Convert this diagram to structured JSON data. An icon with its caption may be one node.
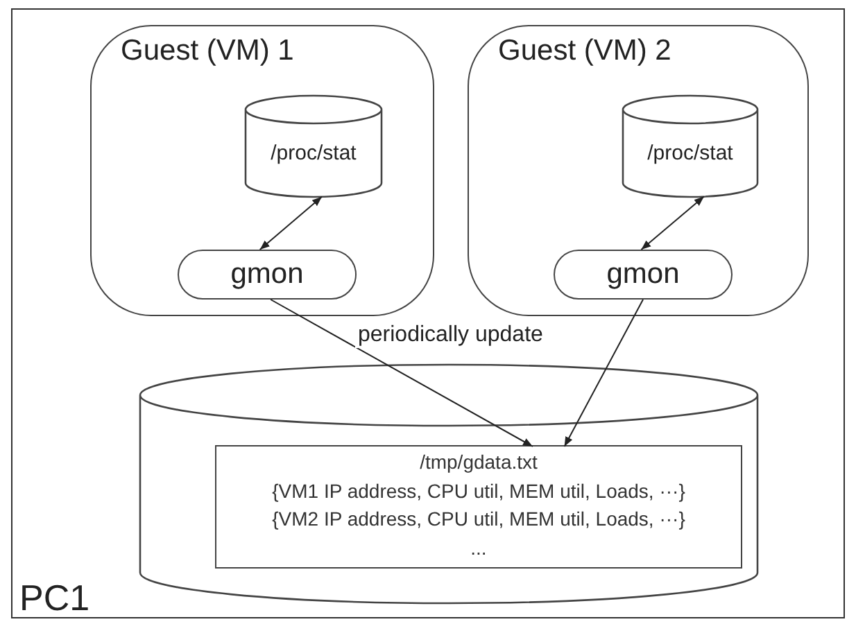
{
  "diagram": {
    "nodes": [
      {
        "text": [
          "PC1"
        ]
      },
      {
        "text": [
          "Guest (VM) 1"
        ],
        "in": 0
      },
      {
        "text": [
          "/proc/stat"
        ],
        "in": 1
      },
      {
        "text": [
          "gmon"
        ],
        "in": 1
      },
      {
        "text": [
          "Guest (VM) 2"
        ],
        "in": 0
      },
      {
        "text": [
          "/proc/stat"
        ],
        "in": 4
      },
      {
        "text": [
          "gmon"
        ],
        "in": 4
      },
      {
        "text": [],
        "shape": "cylinder",
        "in": 0
      },
      {
        "text": [
          "/tmp/gdata.txt",
          "{VM1 IP address, CPU util, MEM util, Loads, ···}",
          "{VM2 IP address, CPU util, MEM util, Loads, ···}",
          "..."
        ],
        "in": 7
      }
    ],
    "edges": [
      {
        "from": 3,
        "to": 2,
        "arrow": "both"
      },
      {
        "from": 6,
        "to": 5,
        "arrow": "both"
      },
      {
        "from": 3,
        "to": 8,
        "arrow": "to",
        "label": "periodically update"
      },
      {
        "from": 6,
        "to": 8,
        "arrow": "to"
      }
    ]
  }
}
